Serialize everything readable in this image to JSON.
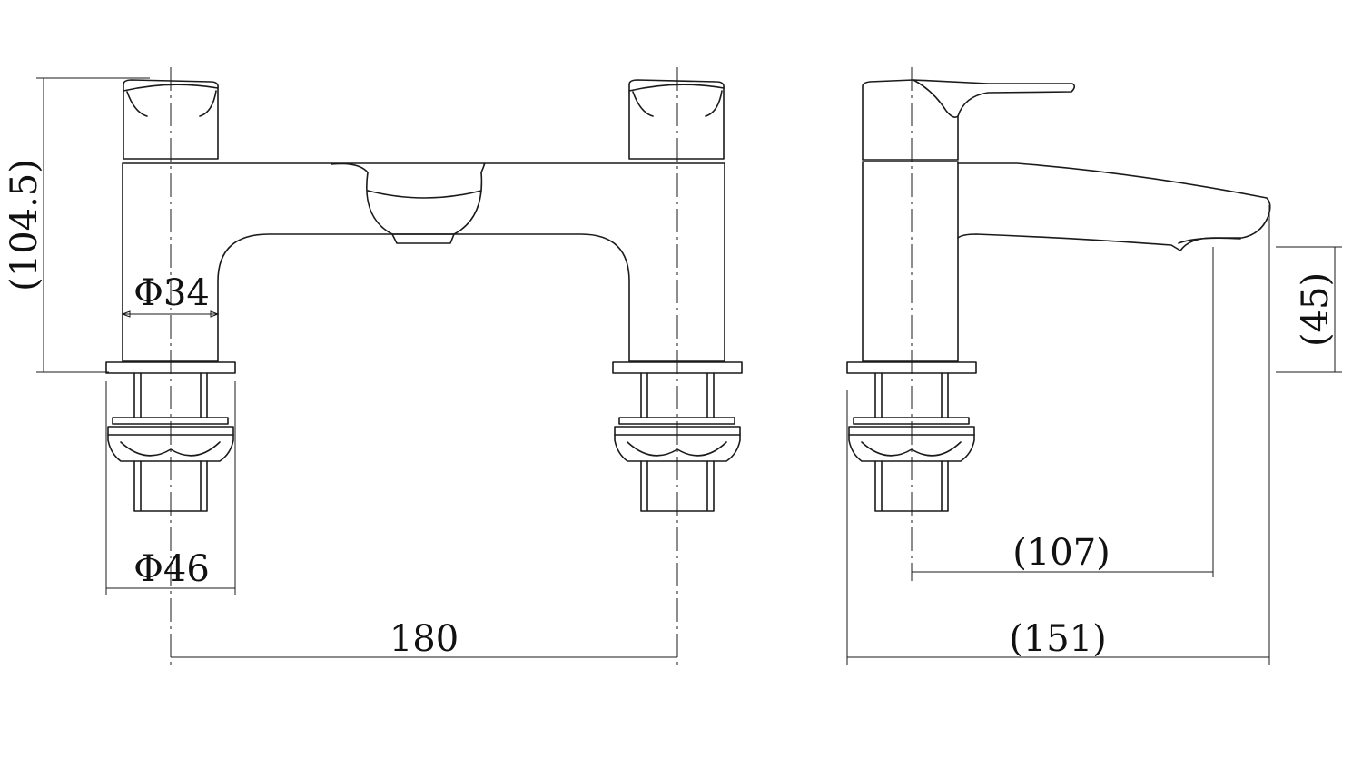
{
  "dimensions": {
    "height": "(104.5)",
    "body_diameter": "Φ34",
    "base_diameter": "Φ46",
    "centres": "180",
    "spout_reach": "(107)",
    "overall_depth": "(151)",
    "spout_height": "(45)"
  }
}
